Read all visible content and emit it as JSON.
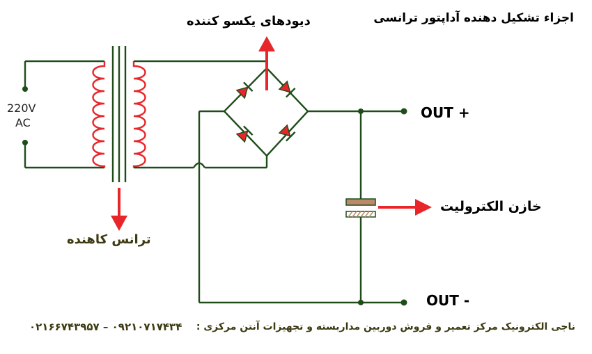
{
  "title": "اجزاء تشکیل دهنده آداپتور ترانسی",
  "labels": {
    "input_voltage": "220V",
    "input_type": "AC",
    "out_plus": "OUT +",
    "out_minus": "OUT -",
    "diodes": "دیودهای یکسو کننده",
    "transformer": "ترانس کاهنده",
    "capacitor": "خازن الکترولیت"
  },
  "footer": {
    "text": "ناجی الکترونیک مرکز تعمیر و فروش دوربین مداربسته و تجهیزات آنتن مرکزی :",
    "phones": "۰۲۱۶۶۷۴۳۹۵۷ – ۰۹۲۱۰۷۱۷۴۳۴"
  },
  "colors": {
    "wire": "#1f4d1a",
    "arrow": "#e8262a",
    "label_green": "#3d3a12",
    "capacitor_fill": "#b98b6a",
    "text": "#000000"
  }
}
